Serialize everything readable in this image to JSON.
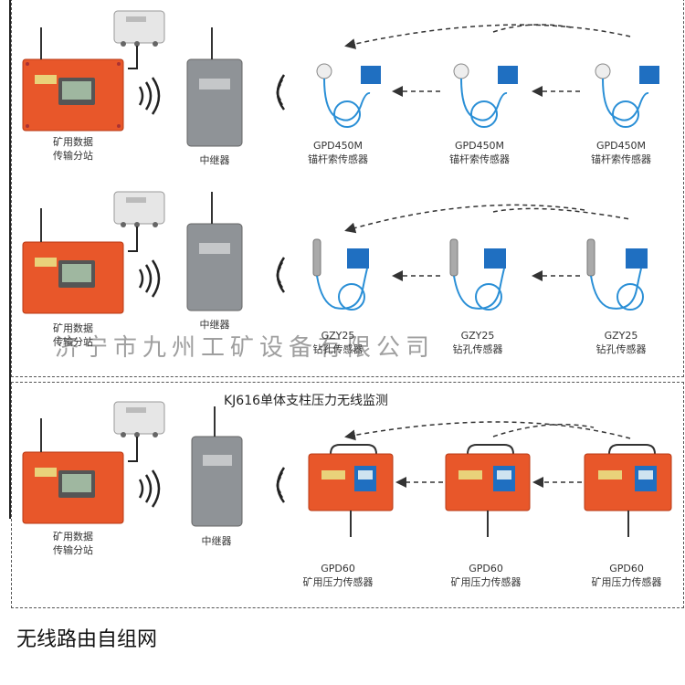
{
  "row1": {
    "station_label": "矿用数据\n传输分站",
    "relay_label": "中继器",
    "sensors": [
      {
        "model": "GPD450M",
        "name": "锚杆索传感器"
      },
      {
        "model": "GPD450M",
        "name": "锚杆索传感器"
      },
      {
        "model": "GPD450M",
        "name": "锚杆索传感器"
      }
    ]
  },
  "row2": {
    "station_label": "矿用数据\n传输分站",
    "relay_label": "中继器",
    "sensors": [
      {
        "model": "GZY25",
        "name": "钻孔传感器"
      },
      {
        "model": "GZY25",
        "name": "钻孔传感器"
      },
      {
        "model": "GZY25",
        "name": "钻孔传感器"
      }
    ]
  },
  "row3": {
    "title": "KJ616单体支柱压力无线监测",
    "station_label": "矿用数据\n传输分站",
    "relay_label": "中继器",
    "sensors": [
      {
        "model": "GPD60",
        "name": "矿用压力传感器"
      },
      {
        "model": "GPD60",
        "name": "矿用压力传感器"
      },
      {
        "model": "GPD60",
        "name": "矿用压力传感器"
      }
    ]
  },
  "watermark": "济宁市九州工矿设备有限公司",
  "footer_title": "无线路由自组网",
  "colors": {
    "station_orange": "#e8572a",
    "relay_gray": "#8f9397",
    "cable_blue": "#2a8fd6",
    "sensor_blue": "#1f6fc1",
    "screen_green": "#9fb7a0"
  }
}
